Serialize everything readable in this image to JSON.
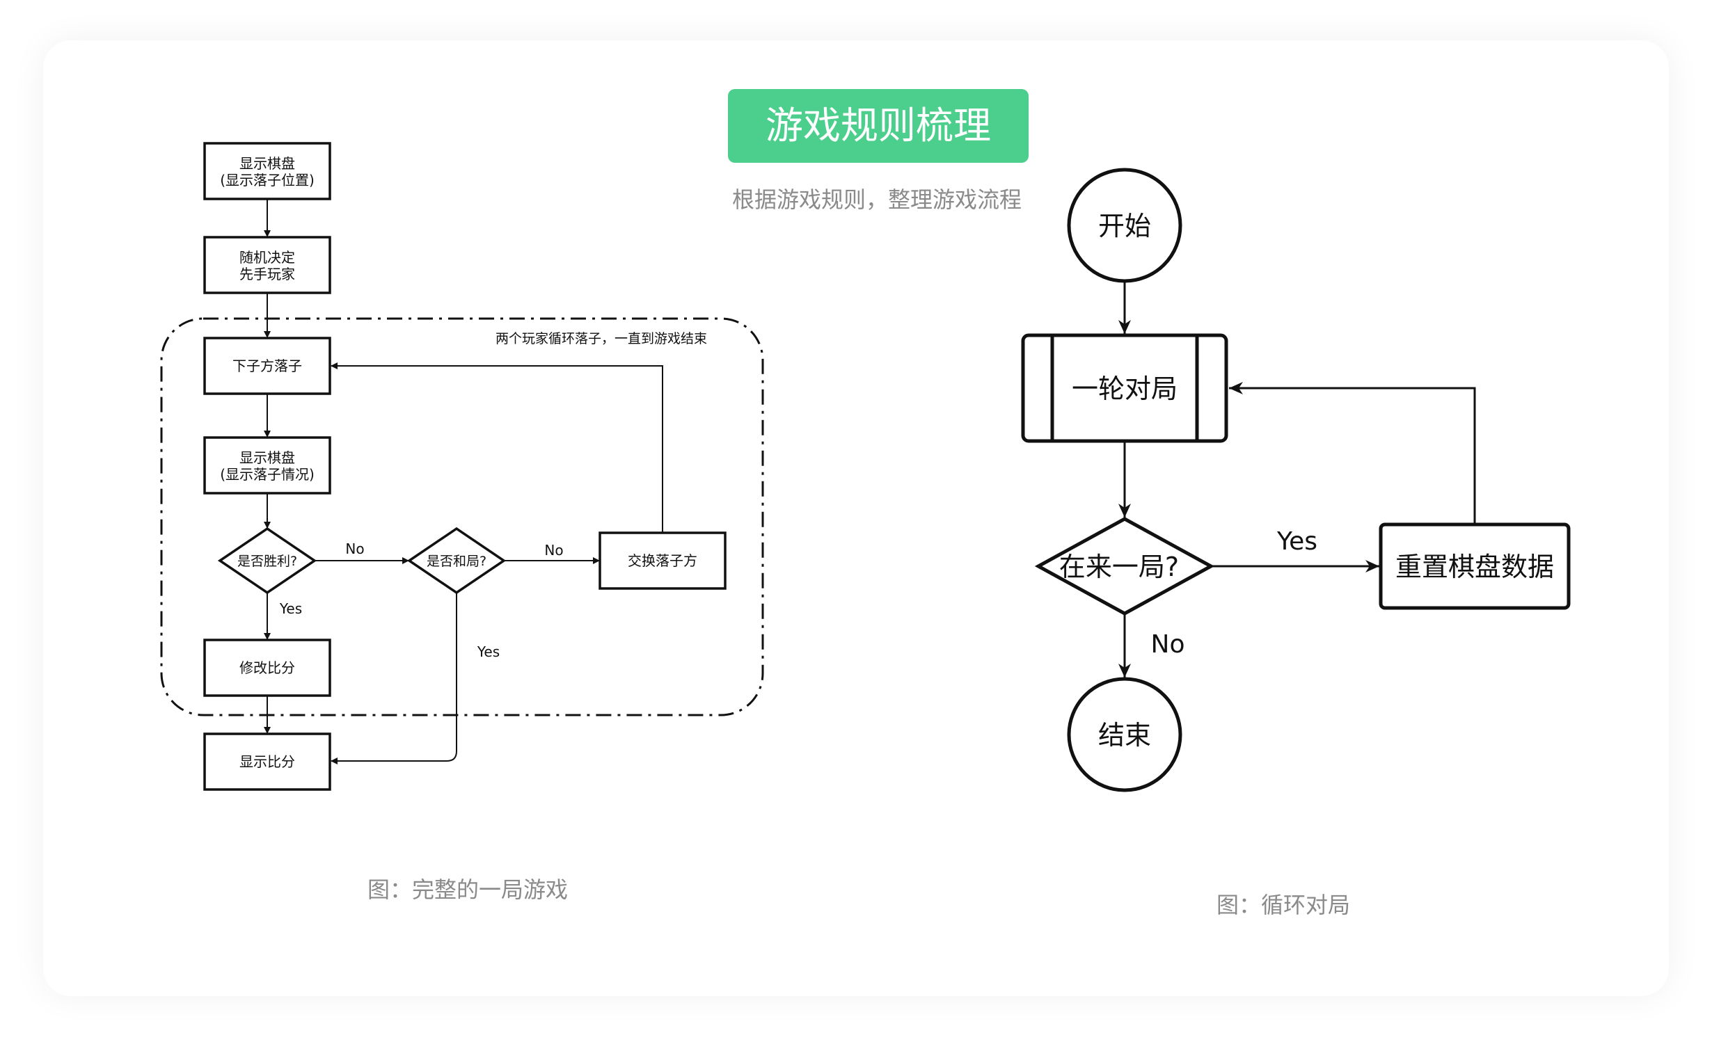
{
  "header": {
    "title": "游戏规则梳理",
    "subtitle": "根据游戏规则，整理游戏流程"
  },
  "left": {
    "show_board_1": "显示棋盘",
    "show_board_1_sub": "(显示落子位置)",
    "random_1": "随机决定",
    "random_2": "先手玩家",
    "loop_label": "两个玩家循环落子，一直到游戏结束",
    "move": "下子方落子",
    "show_board_2": "显示棋盘",
    "show_board_2_sub": "(显示落子情况)",
    "win_q": "是否胜利?",
    "draw_q": "是否和局?",
    "swap": "交换落子方",
    "no_1": "No",
    "no_2": "No",
    "yes_1": "Yes",
    "yes_2": "Yes",
    "modify_score": "修改比分",
    "show_score": "显示比分",
    "caption": "图：完整的一局游戏"
  },
  "right": {
    "start": "开始",
    "round": "一轮对局",
    "again_q": "在来一局?",
    "yes": "Yes",
    "no": "No",
    "reset": "重置棋盘数据",
    "end": "结束",
    "caption": "图：循环对局"
  },
  "colors": {
    "accent": "#4ccf8d",
    "caption": "#8a8a8a",
    "stroke": "#111111"
  }
}
